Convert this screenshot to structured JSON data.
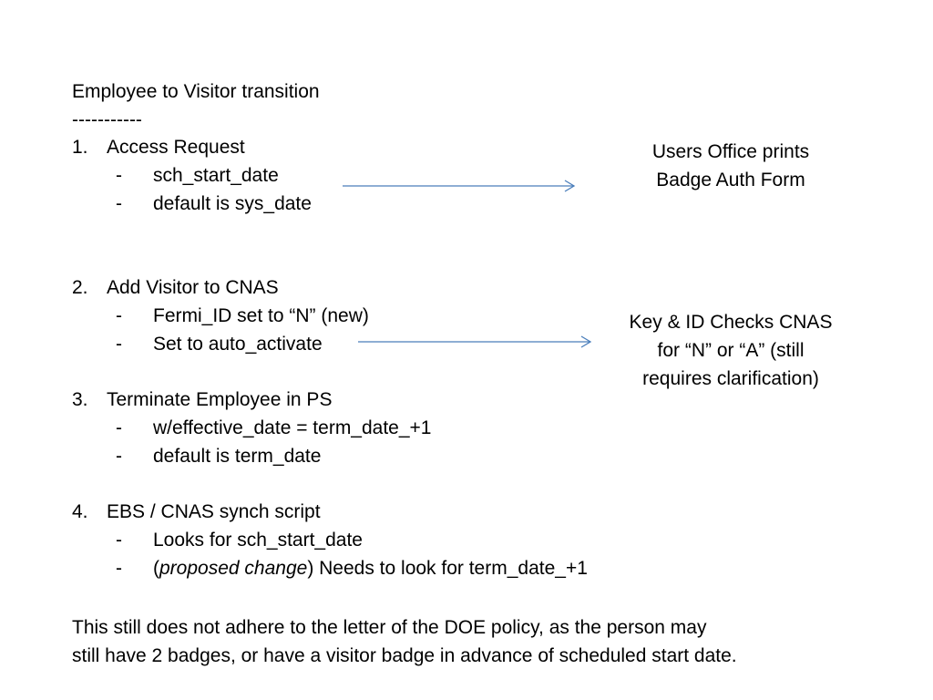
{
  "slide": {
    "title": "Employee to Visitor transition",
    "divider": "-----------",
    "steps": [
      {
        "number": "1.",
        "label": "Access Request",
        "bullets": [
          {
            "dash": "-",
            "text": "sch_start_date"
          },
          {
            "dash": "-",
            "text": "default is sys_date"
          }
        ]
      },
      {
        "number": "2.",
        "label": "Add Visitor to CNAS",
        "bullets": [
          {
            "dash": "-",
            "text": "Fermi_ID set to “N” (new)"
          },
          {
            "dash": "-",
            "text": "Set to auto_activate"
          }
        ]
      },
      {
        "number": "3.",
        "label": "Terminate Employee in PS",
        "bullets": [
          {
            "dash": "-",
            "text": "w/effective_date = term_date_+1"
          },
          {
            "dash": "-",
            "text": "default is term_date"
          }
        ]
      },
      {
        "number": "4.",
        "label": "EBS / CNAS synch script",
        "bullets": [
          {
            "dash": "-",
            "text": "Looks for sch_start_date"
          },
          {
            "dash": "-",
            "open_paren": "(",
            "italic": "proposed change",
            "text": ") Needs to look for term_date_+1"
          }
        ]
      }
    ],
    "notes": [
      {
        "line1": "Users Office prints",
        "line2": "Badge Auth Form"
      },
      {
        "line1": "Key & ID Checks CNAS",
        "line2": "for “N” or “A” (still",
        "line3": "requires clarification)"
      }
    ],
    "footer": {
      "line1": "This still does not adhere to the letter of the DOE policy, as the person may",
      "line2": "still have 2 badges, or have a visitor badge in advance of scheduled start date."
    },
    "arrow_color": "#4a7ebb"
  }
}
